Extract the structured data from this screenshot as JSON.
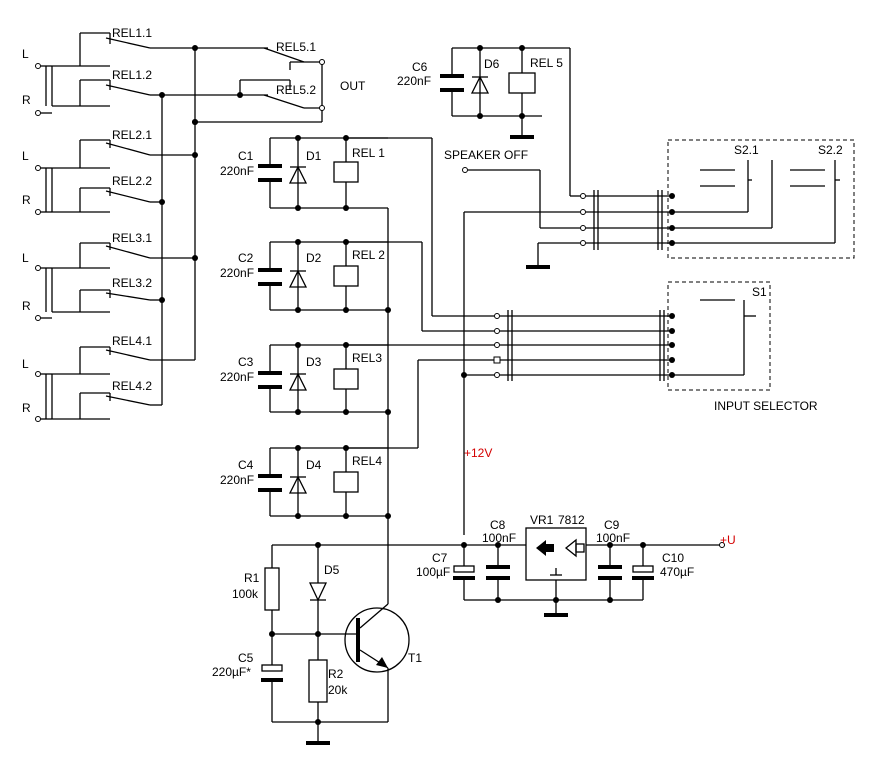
{
  "labels": {
    "rel1_1": "REL1.1",
    "rel1_2": "REL1.2",
    "rel2_1": "REL2.1",
    "rel2_2": "REL2.2",
    "rel3_1": "REL3.1",
    "rel3_2": "REL3.2",
    "rel4_1": "REL4.1",
    "rel4_2": "REL4.2",
    "rel5_1": "REL5.1",
    "rel5_2": "REL5.2",
    "out": "OUT",
    "L": "L",
    "R": "R",
    "c1": "C1",
    "c2": "C2",
    "c3": "C3",
    "c4": "C4",
    "cap220": "220nF",
    "d1": "D1",
    "d2": "D2",
    "d3": "D3",
    "d4": "D4",
    "d5": "D5",
    "d6": "D6",
    "rel1": "REL 1",
    "rel2": "REL 2",
    "rel3": "REL3",
    "rel4": "REL4",
    "rel5": "REL 5",
    "c6": "C6",
    "speaker_off": "SPEAKER OFF",
    "s2_1": "S2.1",
    "s2_2": "S2.2",
    "s1": "S1",
    "input_selector": "INPUT SELECTOR",
    "plus12v": "+12V",
    "c7": "C7",
    "c7v": "100µF",
    "c8": "C8",
    "c8v": "100nF",
    "vr1": "VR1",
    "vr1v": "7812",
    "c9": "C9",
    "c9v": "100nF",
    "c10": "C10",
    "c10v": "470µF",
    "plus_u": "+U",
    "r1": "R1",
    "r1v": "100k",
    "c5": "C5",
    "c5v": "220µF*",
    "r2": "R2",
    "r2v": "20k",
    "t1": "T1"
  },
  "colors": {
    "supply_label": "#d40000",
    "ink": "#000000"
  }
}
